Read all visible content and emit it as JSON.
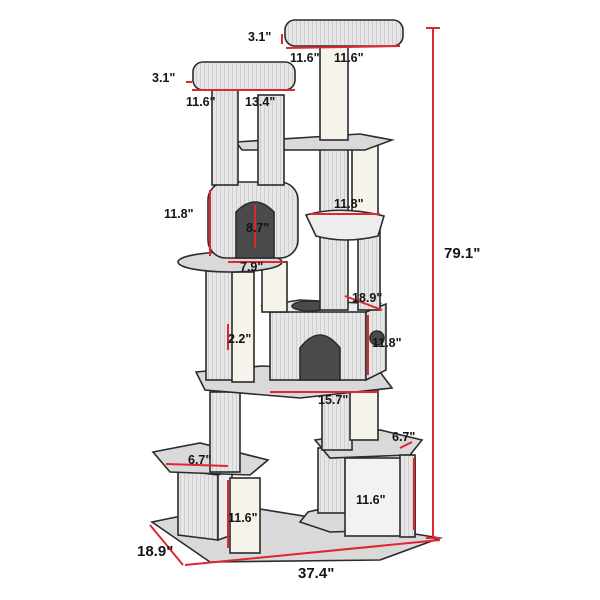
{
  "product": {
    "description": "cat tree line drawing with dimensions"
  },
  "dimensions": {
    "top_perch_height": "3.1\"",
    "top_perch_width_left": "11.6\"",
    "top_perch_width_right": "11.6\"",
    "left_perch_height": "3.1\"",
    "left_perch_width": "11.6\"",
    "left_perch_depth": "13.4\"",
    "condo_height": "11.8\"",
    "condo_door": "8.7\"",
    "condo_width": "7.9\"",
    "basket_width": "11.8\"",
    "big_condo_depth": "18.9\"",
    "post_gap": "2.2\"",
    "big_condo_height": "11.8\"",
    "big_condo_width": "15.7\"",
    "small_step_depth": "6.7\"",
    "left_step_width": "6.7\"",
    "bottom_post_height": "11.6\"",
    "right_box_height": "11.6\"",
    "base_depth": "18.9\"",
    "base_width": "37.4\"",
    "total_height": "79.1\""
  },
  "colors": {
    "dimension_line": "#e0262e",
    "text": "#141414",
    "outline": "#2b2b2b"
  }
}
